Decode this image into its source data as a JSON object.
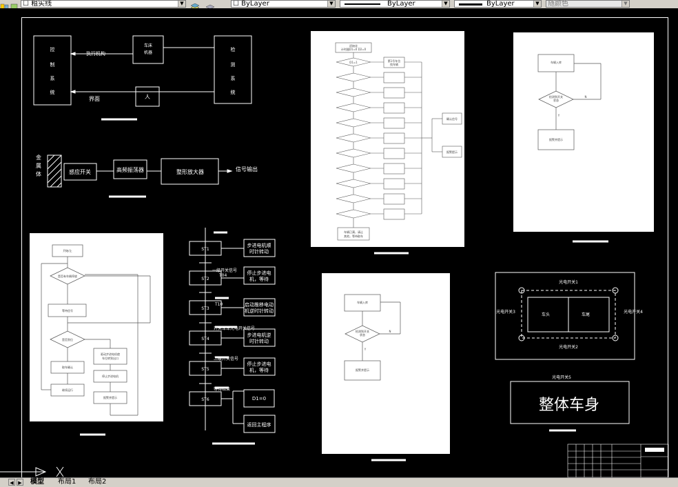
{
  "toolbar": {
    "linetype_label": "粗实线",
    "color_label": "ByLayer",
    "linetype2_label": "ByLayer",
    "lineweight_label": "ByLayer",
    "plotstyle_label": "随颜色"
  },
  "tabs": {
    "model": "模型",
    "layout1": "布局1",
    "layout2": "布局2"
  },
  "block_diagram": {
    "control_system": [
      "控",
      "制",
      "系",
      "统"
    ],
    "actuator": "执行机构",
    "vehicle_lines": [
      "车床",
      "机器"
    ],
    "detection_system": [
      "检",
      "测",
      "系",
      "统"
    ],
    "interface": "界面",
    "person": "人"
  },
  "sensor_diagram": {
    "metal_body": [
      "金",
      "属",
      "体"
    ],
    "proximity_switch": "感应开关",
    "oscillator": "高频振荡器",
    "shaping_amp": "整形放大器",
    "signal_out": "信号输出"
  },
  "step_ladder": {
    "steps": [
      "ST1",
      "ST2",
      "ST3",
      "ST4",
      "ST5",
      "ST6"
    ],
    "actions": [
      [
        "步进电机顺",
        "时针转动"
      ],
      [
        "停止步进电",
        "机，等待"
      ],
      [
        "启动推移电动",
        "机逆时针转动"
      ],
      [
        "步进电机逆",
        "时针转动"
      ],
      [
        "停止步进电",
        "机，等待"
      ]
    ],
    "transitions": [
      "一级开关信号",
      "T10",
      "开关车车光电开关信号",
      "二级开关信号",
      "等待结束"
    ],
    "transition_sub": "T04",
    "d_label": "D1=0",
    "return_label": "返回主程序"
  },
  "position_layout": {
    "switch1": "光电开关1",
    "switch2": "光电开关2",
    "switch3": "光电开关3",
    "switch4": "光电开关4",
    "switch5": "光电开关5",
    "car_head": "车头",
    "car_tail": "车尾",
    "whole_body": "整体车身"
  },
  "flow_small": {
    "start": "车辆入库",
    "decision": [
      "检测到开关",
      "状态"
    ],
    "end": "报警并提示",
    "no": "N",
    "yes": "Y"
  },
  "flow_long": {
    "init": [
      "初始化",
      "计时器D1=0 D2=0"
    ],
    "check": "D1=1",
    "action": [
      "第1号车位",
      "找车辆"
    ],
    "side1": "确认信号",
    "side2": "报警提示",
    "end": [
      "车辆已满，请让",
      "其他，等待取车"
    ]
  },
  "flow_left": {
    "start": "开始/止",
    "d1": "是否有车辆停放",
    "p1": "等待信号",
    "d2": "是否到位",
    "p2": "取车确认",
    "p3": "继续运行",
    "p4": [
      "驱动步进电机使",
      "车位转到出口"
    ],
    "p5": "停止步进电机",
    "p6": "报警并提示"
  }
}
